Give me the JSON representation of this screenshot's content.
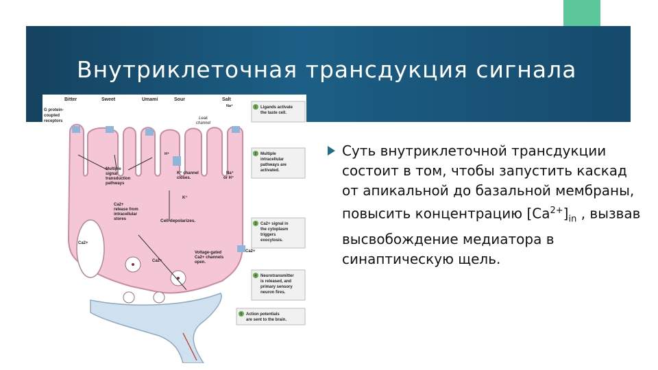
{
  "slide": {
    "title": "Внутриклеточная трансдукция сигнала",
    "body": {
      "part1": "Суть внутриклеточной трансдукции состоит в том, чтобы запустить каскад от апикальной до базальной мембраны, повысить концентрацию [Ca",
      "sup": "2+",
      "bracket": "]",
      "sub": "in",
      "part2": " , вызвав высвобождение медиатора в синаптическую щель."
    }
  },
  "diagram": {
    "tastes": [
      "Bitter",
      "Sweet",
      "Umami",
      "Sour",
      "Salt"
    ],
    "receptor_label": [
      "G protein-",
      "coupled",
      "receptors"
    ],
    "leak": [
      "Leak",
      "channel"
    ],
    "signal_pathways": [
      "Multiple",
      "signal",
      "transduction",
      "pathways"
    ],
    "ca_release": [
      "Ca2+",
      "release from",
      "intracellular",
      "stores"
    ],
    "k_channel": [
      "K⁺ channel",
      "closes."
    ],
    "na_h": [
      "Na⁺",
      "or H⁺"
    ],
    "k_plus": "K⁺",
    "cell_depol": "Cell depolarizes.",
    "ca_left": "Ca2+",
    "ca_mid": "Ca2+",
    "ca_right": "Ca2+",
    "vgcc": [
      "Voltage-gated",
      "Ca2+ channels",
      "open."
    ],
    "h_plus": "H⁺",
    "na_plus": "Na⁺",
    "steps": [
      {
        "num": "1",
        "lines": [
          "Ligands activate",
          "the taste cell."
        ]
      },
      {
        "num": "2",
        "lines": [
          "Multiple",
          "intracellular",
          "pathways are",
          "activated."
        ]
      },
      {
        "num": "3",
        "lines": [
          "Ca2+ signal in",
          "the cytoplasm",
          "triggers",
          "exocytosis."
        ]
      },
      {
        "num": "4",
        "lines": [
          "Neurotransmitter",
          "is released, and",
          "primary sensory",
          "neuron fires."
        ]
      },
      {
        "num": "5",
        "lines": [
          "Action potentials",
          "are sent to the brain."
        ]
      }
    ],
    "colors": {
      "cell": "#f4c6d6",
      "cell_stroke": "#c98aa2",
      "neuron": "#cfe0ee",
      "step_circle": "#6aa84f",
      "box": "#f1f1f1"
    }
  }
}
